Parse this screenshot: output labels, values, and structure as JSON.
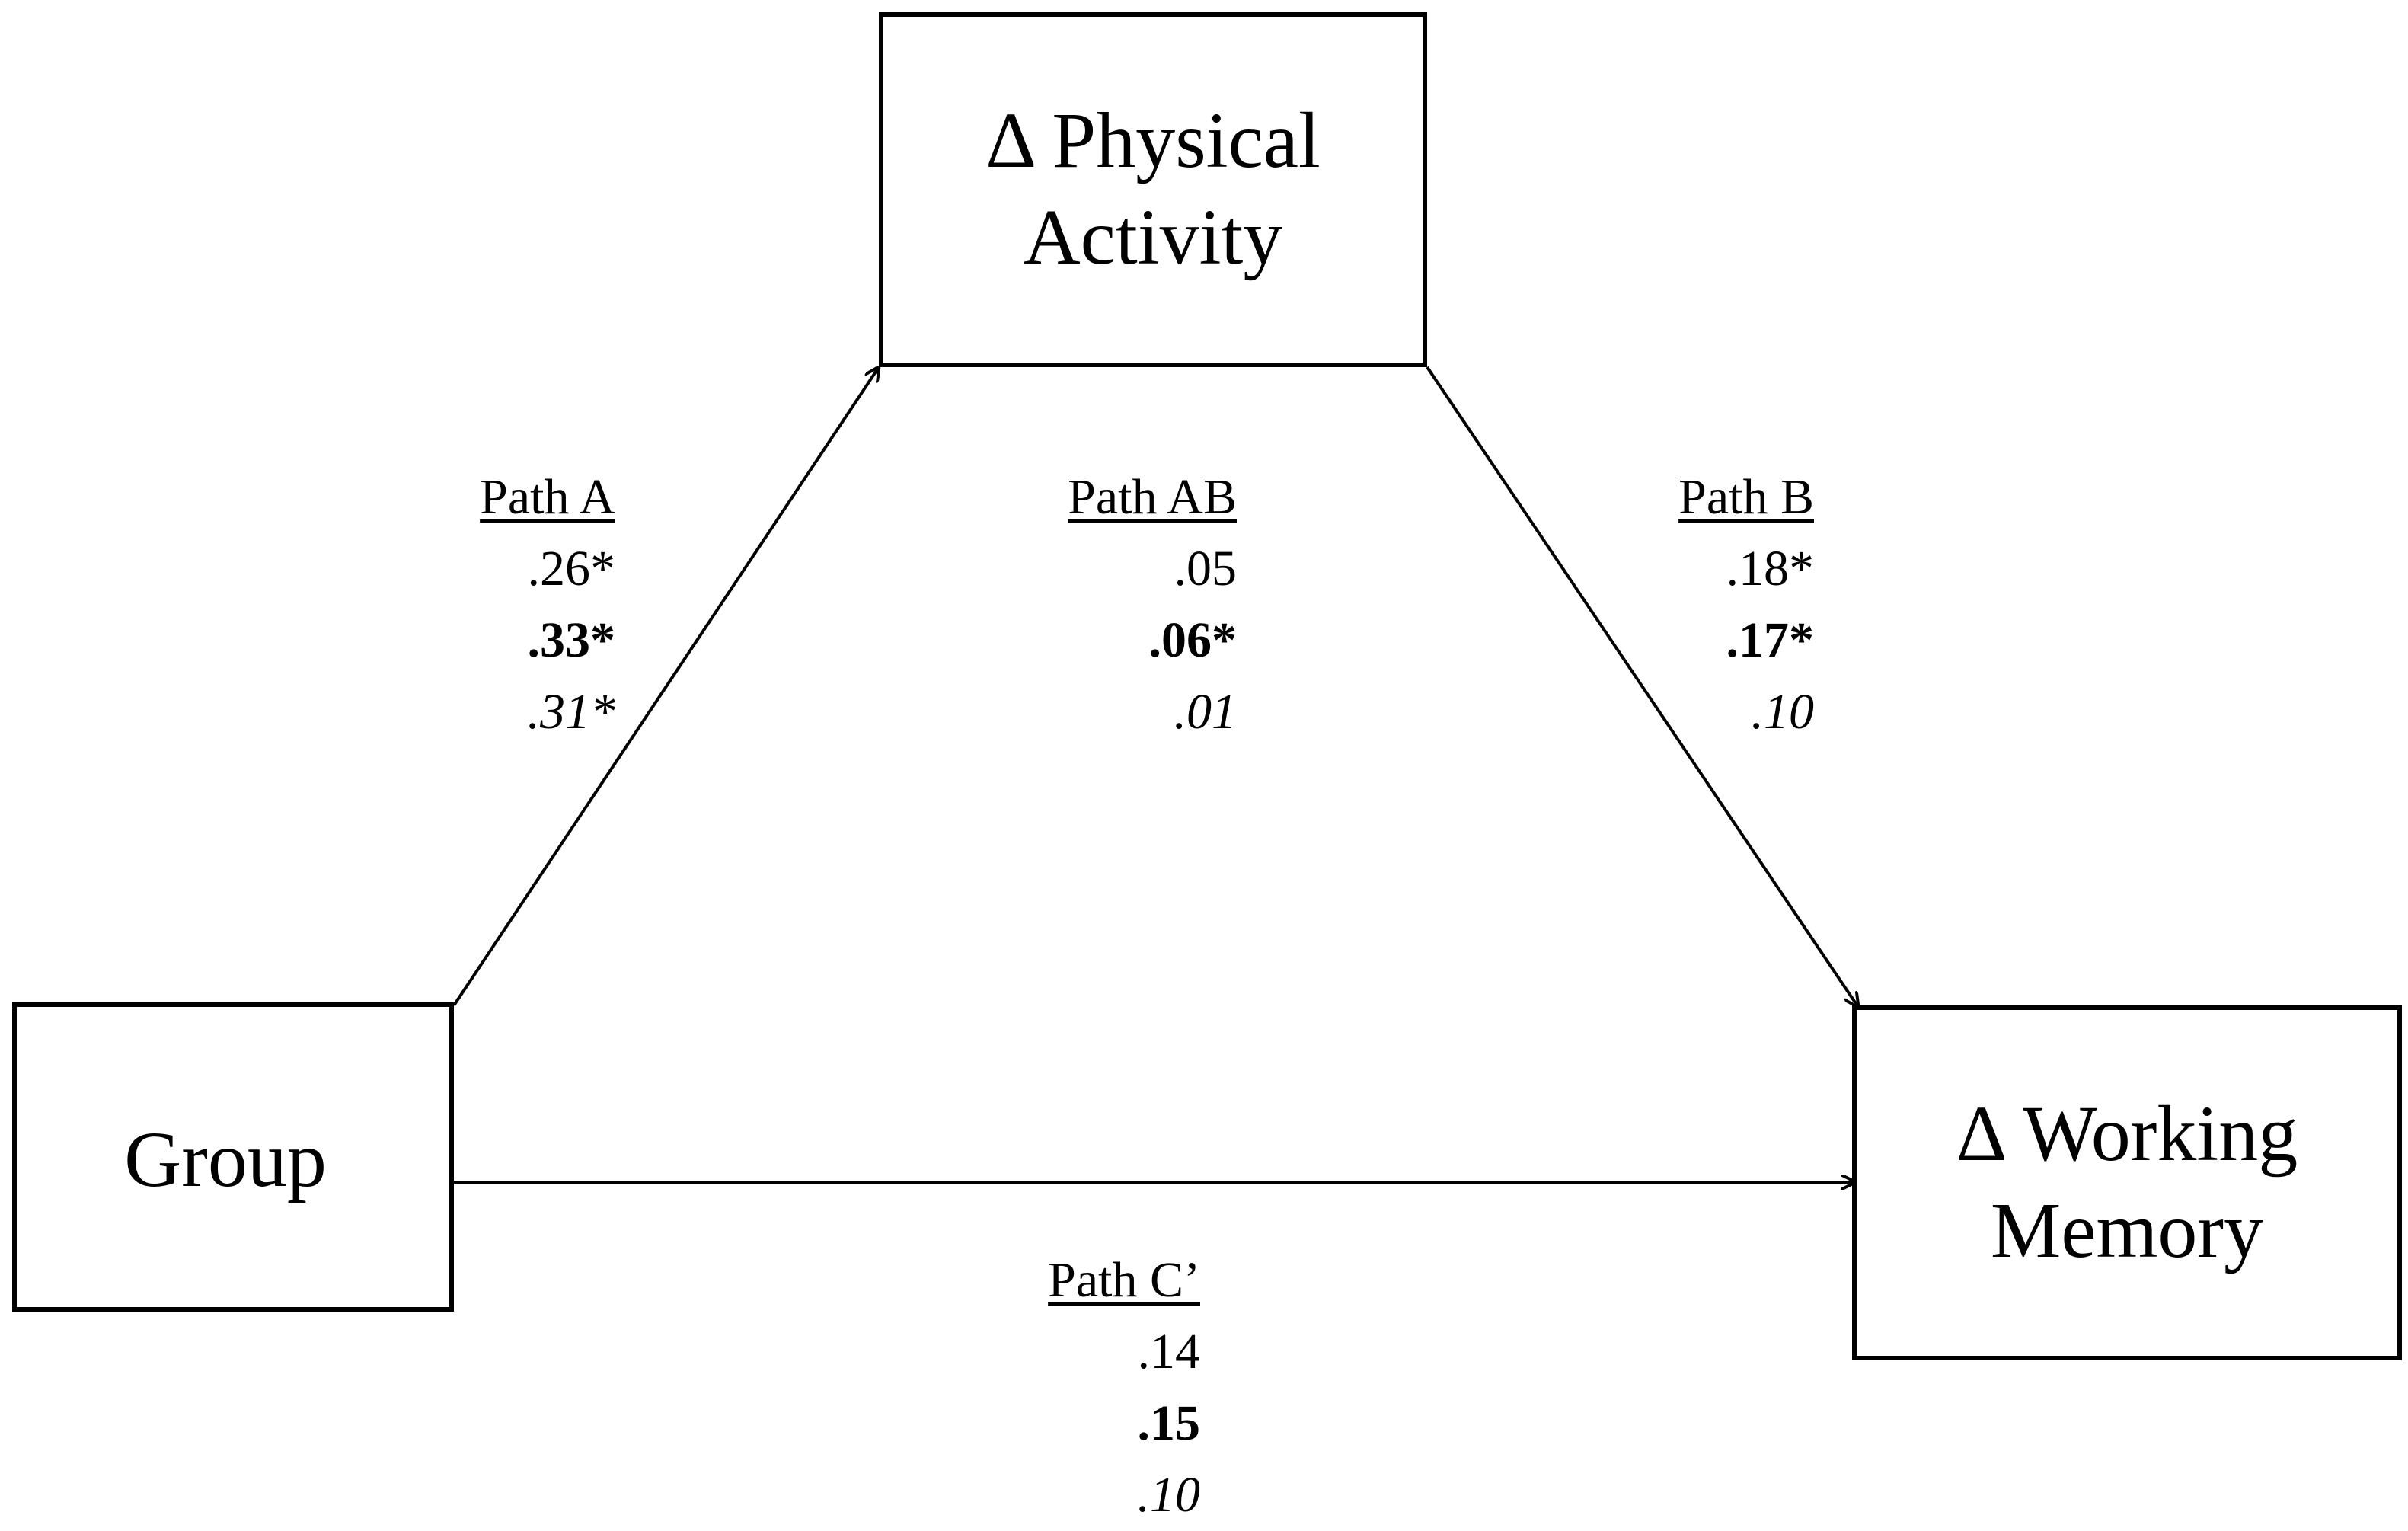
{
  "nodes": {
    "physical_activity": {
      "line1": "Δ Physical",
      "line2": "Activity"
    },
    "group": {
      "label": "Group"
    },
    "working_memory": {
      "line1": "Δ Working",
      "line2": "Memory"
    }
  },
  "paths": {
    "a": {
      "title": "Path A",
      "values": [
        ".26*",
        ".33*",
        ".31*"
      ]
    },
    "ab": {
      "title": "Path AB",
      "values": [
        ".05",
        ".06*",
        ".01"
      ]
    },
    "b": {
      "title": "Path B",
      "values": [
        ".18*",
        ".17*",
        ".10"
      ]
    },
    "c_prime": {
      "title": "Path C’",
      "values": [
        ".14",
        ".15",
        ".10"
      ]
    }
  },
  "value_styles": [
    "regular",
    "bold",
    "italic"
  ],
  "colors": {
    "ink": "#000000",
    "background": "#ffffff"
  }
}
